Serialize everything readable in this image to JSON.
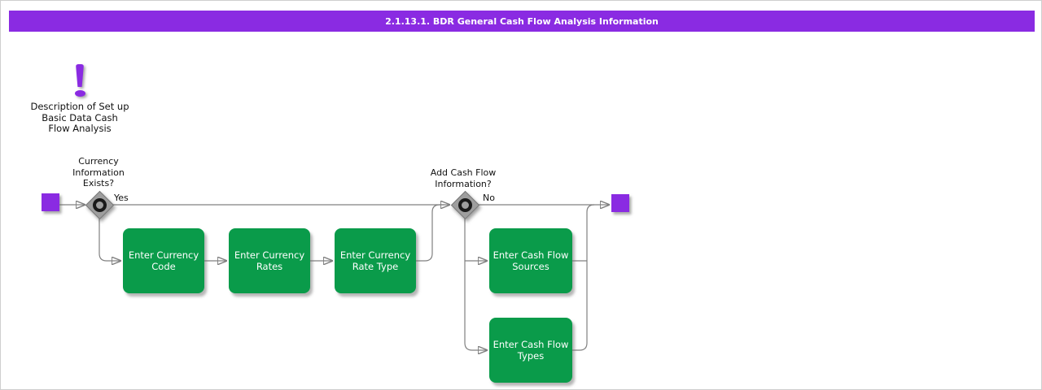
{
  "title": "2.1.13.1. BDR General Cash Flow Analysis Information",
  "colors": {
    "purple": "#8A2BE2",
    "green": "#0A9B4A",
    "line": "#808080"
  },
  "note": {
    "text": "Description of Set up\nBasic Data Cash\nFlow Analysis"
  },
  "flow": {
    "decisions": [
      {
        "label": "Currency\nInformation\nExists?",
        "branch_label": "Yes"
      },
      {
        "label": "Add Cash Flow\nInformation?",
        "branch_label": "No"
      }
    ],
    "tasks": [
      {
        "label": "Enter Currency\nCode"
      },
      {
        "label": "Enter Currency\nRates"
      },
      {
        "label": "Enter Currency\nRate Type"
      },
      {
        "label": "Enter Cash Flow\nSources"
      },
      {
        "label": "Enter Cash Flow\nTypes"
      }
    ]
  }
}
